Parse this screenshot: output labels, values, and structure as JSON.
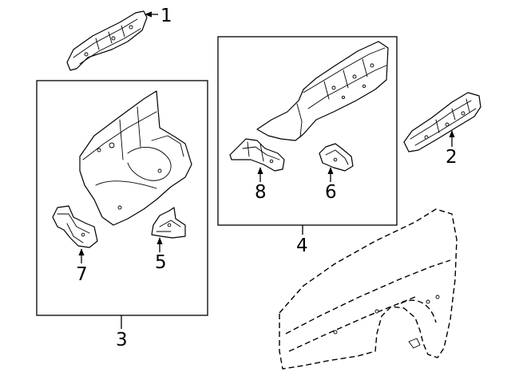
{
  "callouts": [
    {
      "id": "1",
      "text": "1"
    },
    {
      "id": "2",
      "text": "2"
    },
    {
      "id": "3",
      "text": "3"
    },
    {
      "id": "4",
      "text": "4"
    },
    {
      "id": "5",
      "text": "5"
    },
    {
      "id": "6",
      "text": "6"
    },
    {
      "id": "7",
      "text": "7"
    },
    {
      "id": "8",
      "text": "8"
    }
  ]
}
